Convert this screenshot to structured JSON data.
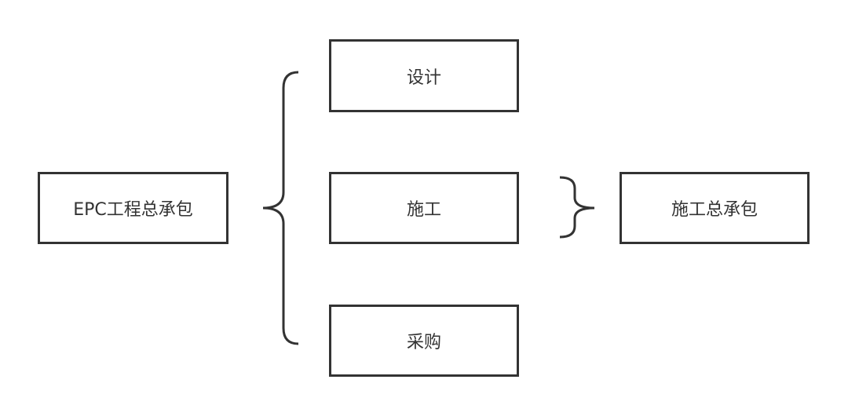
{
  "colors": {
    "stroke": "#333333",
    "background": "#ffffff"
  },
  "nodes": {
    "root": "EPC工程总承包",
    "design": "设计",
    "construction": "施工",
    "procurement": "采购",
    "construction_general": "施工总承包"
  }
}
